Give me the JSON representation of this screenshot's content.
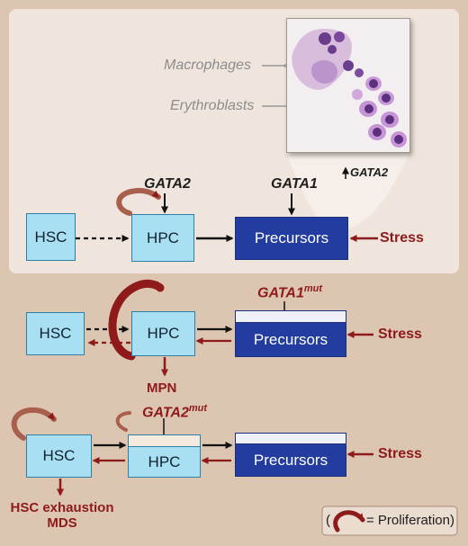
{
  "micro": {
    "macrophages": "Macrophages",
    "erythroblasts": "Erythroblasts",
    "marker": "GATA2"
  },
  "panel1": {
    "hsc": "HSC",
    "hpc": "HPC",
    "precursors": "Precursors",
    "gene_hpc": "GATA2",
    "gene_prec": "GATA1",
    "stress": "Stress"
  },
  "panel2": {
    "hsc": "HSC",
    "hpc": "HPC",
    "precursors": "Precursors",
    "gene": "GATA1",
    "gene_sup": "mut",
    "stress": "Stress",
    "outcome": "MPN"
  },
  "panel3": {
    "hsc": "HSC",
    "hpc": "HPC",
    "precursors": "Precursors",
    "gene": "GATA2",
    "gene_sup": "mut",
    "stress": "Stress",
    "outcome_line1": "HSC exhaustion",
    "outcome_line2": "MDS"
  },
  "legend": {
    "open": "(",
    "text": "= Proliferation)"
  },
  "colors": {
    "background": "#dcc6b2",
    "panel": "#efe5dc",
    "progenitor_fill": "#a8dff3",
    "precursor_fill": "#223d9f",
    "accent_red": "#8e1a1a"
  }
}
